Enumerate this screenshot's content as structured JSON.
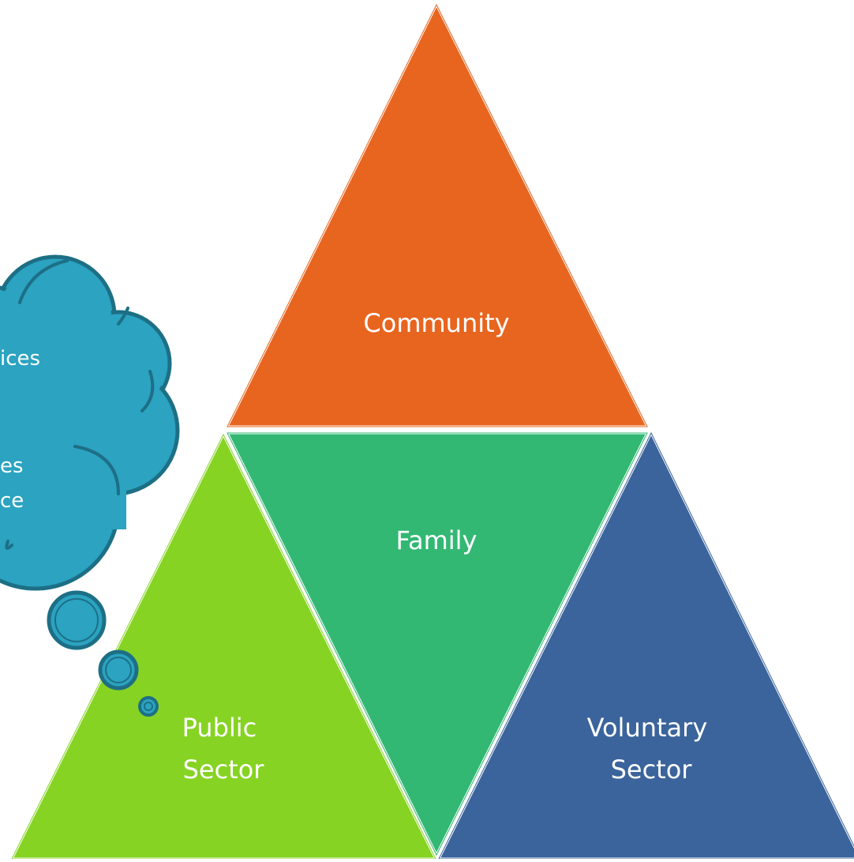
{
  "diagram": {
    "segments": {
      "top": {
        "label_lines": [
          "Community"
        ],
        "color": "#e8651f"
      },
      "center": {
        "label_lines": [
          "Family"
        ],
        "color": "#33b874"
      },
      "left": {
        "label_lines": [
          "Public",
          "Sector"
        ],
        "color": "#86d323"
      },
      "right": {
        "label_lines": [
          "Voluntary",
          "Sector"
        ],
        "color": "#3b649c"
      }
    },
    "thought_cloud": {
      "fragment_lines": [
        "ices",
        "es",
        "ce"
      ],
      "color": "#2ba3c1",
      "border_color": "#1d6f85"
    }
  }
}
